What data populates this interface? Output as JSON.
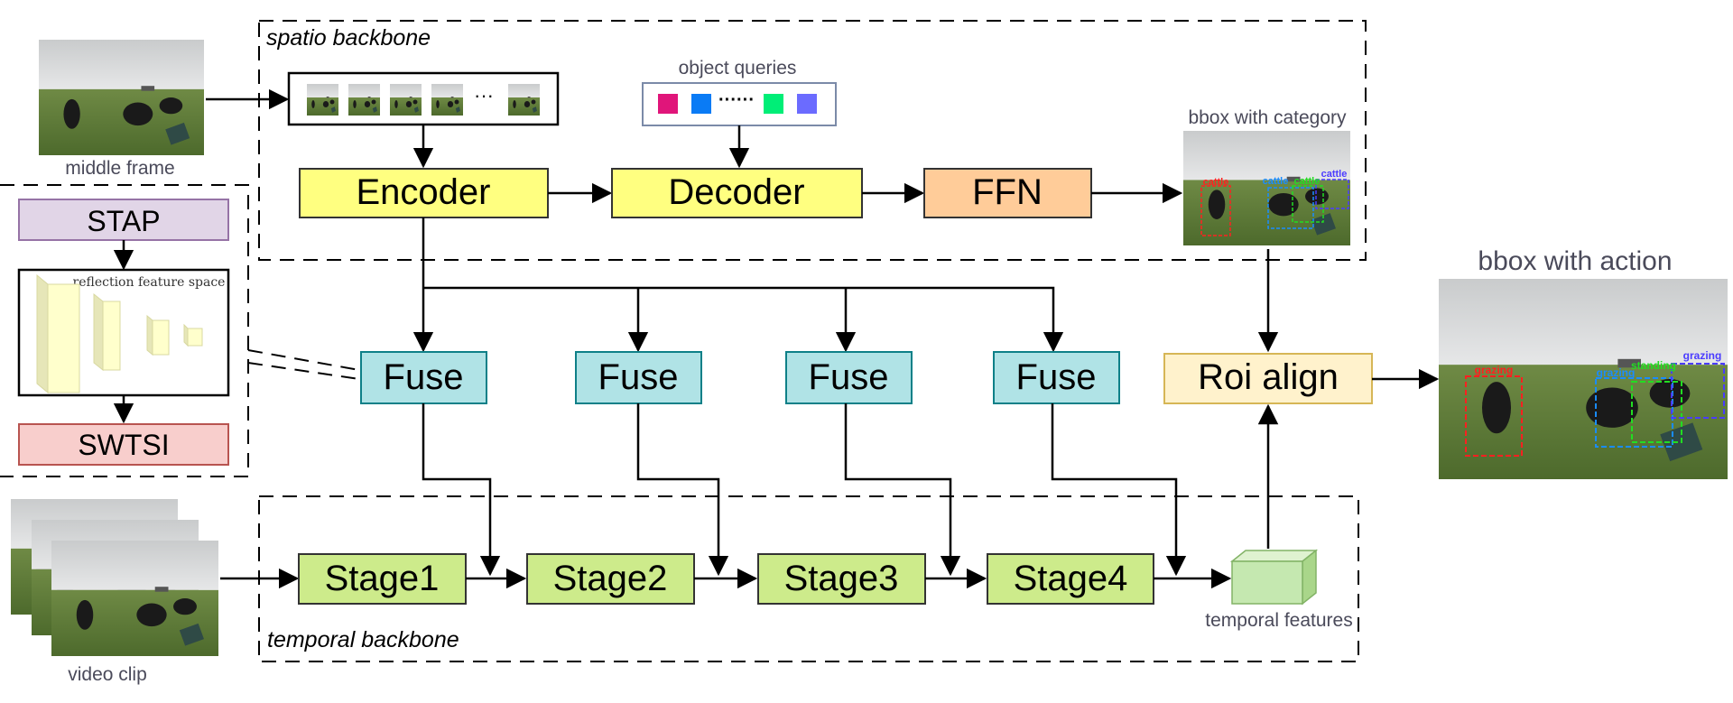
{
  "colors": {
    "encoder": "#ffff80",
    "ffn": "#ffcc99",
    "fuse": "#b0e3e6",
    "fuse_stroke": "#0e8088",
    "stage": "#cdeb8b",
    "roi": "#fff2cc",
    "roi_stroke": "#d6b656",
    "stap": "#e1d5e7",
    "stap_stroke": "#9673a6",
    "swtsi": "#f8cecc",
    "swtsi_stroke": "#b85450",
    "temporal_cube": "#c5e8b0",
    "caption": "#4a4a5a",
    "query_colors": [
      "#e0157a",
      "#0a7bf5",
      "#00ee77",
      "#6b6bff"
    ],
    "bbox_red": "#ff2020",
    "bbox_blue": "#1a8cff",
    "bbox_green": "#22dd22",
    "bbox_purple": "#4b3cff"
  },
  "labels": {
    "spatio_backbone": "spatio backbone",
    "temporal_backbone": "temporal backbone",
    "middle_frame": "middle frame",
    "video_clip": "video clip",
    "object_queries": "object queries",
    "bbox_with_category": "bbox with category",
    "bbox_with_action": "bbox with action",
    "temporal_features": "temporal features",
    "reflection_feature_space": "reflection feature space",
    "ellipsis": "···",
    "query_dots": "······"
  },
  "blocks": {
    "encoder": "Encoder",
    "decoder": "Decoder",
    "ffn": "FFN",
    "fuse": [
      "Fuse",
      "Fuse",
      "Fuse",
      "Fuse"
    ],
    "roi_align": "Roi align",
    "stages": [
      "Stage1",
      "Stage2",
      "Stage3",
      "Stage4"
    ],
    "stap": "STAP",
    "swtsi": "SWTSI"
  },
  "category_boxes": [
    "cattle",
    "cattle",
    "cattle",
    "cattle"
  ],
  "action_boxes": [
    "grazing",
    "grazing",
    "standing",
    "grazing"
  ]
}
